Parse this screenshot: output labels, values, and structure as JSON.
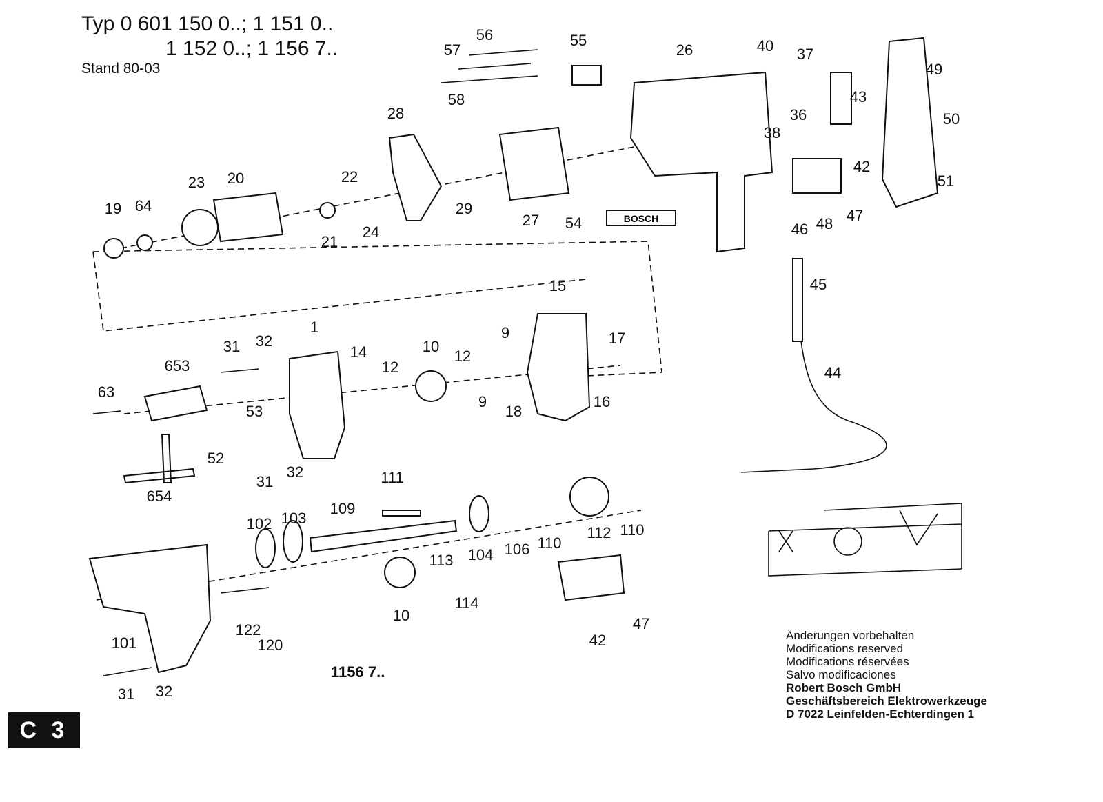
{
  "header": {
    "line1": "Typ 0 601 150 0..; 1 151 0..",
    "line2": "1 152 0..; 1 156 7..",
    "line3": "Stand 80-03"
  },
  "variant_label": "1156 7..",
  "brand_mark": "BOSCH",
  "page_badge": "C 3",
  "notes": {
    "de": "Änderungen vorbehalten",
    "en": "Modifications reserved",
    "fr": "Modifications réservées",
    "es": "Salvo modificaciones",
    "company": "Robert Bosch GmbH",
    "division": "Geschäftsbereich Elektrowerkzeuge",
    "address": "D 7022 Leinfelden-Echterdingen 1"
  },
  "part_labels": [
    "56",
    "57",
    "55",
    "58",
    "26",
    "40",
    "37",
    "43",
    "49",
    "36",
    "38",
    "50",
    "28",
    "42",
    "23",
    "20",
    "22",
    "51",
    "19",
    "64",
    "29",
    "47",
    "27",
    "54",
    "46",
    "48",
    "21",
    "24",
    "45",
    "15",
    "1",
    "14",
    "31",
    "32",
    "10",
    "12",
    "9",
    "17",
    "653",
    "44",
    "63",
    "12",
    "9",
    "16",
    "53",
    "18",
    "52",
    "32",
    "31",
    "654",
    "111",
    "109",
    "102",
    "103",
    "110",
    "112",
    "110",
    "104",
    "106",
    "113",
    "114",
    "10",
    "122",
    "120",
    "101",
    "42",
    "47",
    "31",
    "32"
  ]
}
